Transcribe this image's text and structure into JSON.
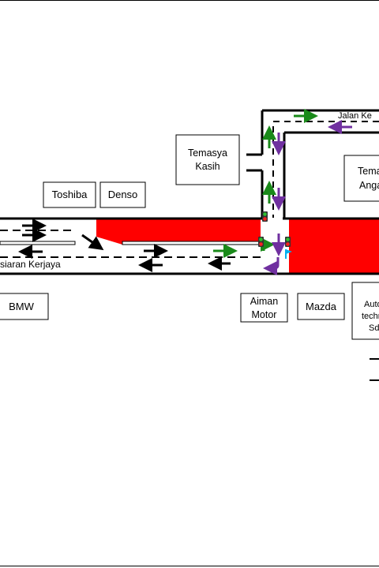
{
  "roads": {
    "main": "siaran Kerjaya",
    "upper": "Jalan Ke"
  },
  "buildings": {
    "toshiba": "Toshiba",
    "denso": "Denso",
    "temasya_kasih_1": "Temasya",
    "temasya_kasih_2": "Kasih",
    "temasya_right_1": "Tema",
    "temasya_right_2": "Anga",
    "bmw": "BMW",
    "aiman_1": "Aiman",
    "aiman_2": "Motor",
    "mazda": "Mazda",
    "auto_1": "Auto",
    "auto_2": "techn",
    "auto_3": "Sd"
  },
  "colors": {
    "congestion": "#ff0000",
    "through_arrow": "#1a8a1a",
    "turn_arrow": "#7030a0",
    "marker": "#00b0f0",
    "road_edge": "#000000"
  },
  "icons": {
    "signal": "traffic-light-icon",
    "marker": "flag-icon"
  }
}
